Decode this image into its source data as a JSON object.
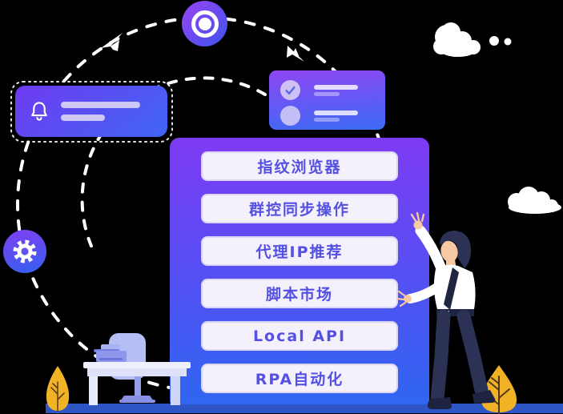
{
  "panel": {
    "buttons": [
      {
        "label": "指纹浏览器"
      },
      {
        "label": "群控同步操作"
      },
      {
        "label": "代理IP推荐"
      },
      {
        "label": "脚本市场"
      },
      {
        "label": "Local API"
      },
      {
        "label": "RPA自动化"
      }
    ]
  },
  "decorations": {
    "notification_card": {
      "icon": "bell-icon",
      "lines": 2
    },
    "check_card": {
      "icon": "check-icon",
      "rows": 2
    },
    "target_icon": "target-icon",
    "gear_icon": "gear-icon",
    "paper_planes": 2,
    "clouds": 2,
    "trees": 2,
    "person": "man-pointing-up"
  },
  "colors": {
    "panel_gradient_top": "#7e3bf4",
    "panel_gradient_bottom": "#2f66f1",
    "button_background": "#f4f1fc",
    "button_text": "#5450e3",
    "card_gradient_purple": "#8f46f3",
    "card_gradient_blue": "#3b6bf4",
    "dashed_line": "#ffffff",
    "ground_blue": "#2d55c4",
    "tree_yellow": "#f1b226",
    "suit_navy": "#2c3156",
    "skin": "#f6c9a3"
  }
}
